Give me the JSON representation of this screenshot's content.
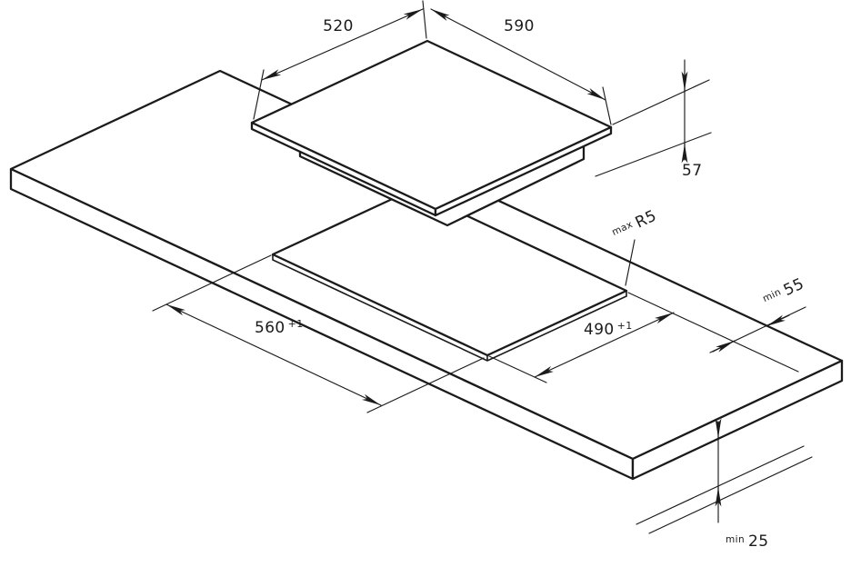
{
  "labels": {
    "cooktop_edge_left": "520",
    "cooktop_edge_right": "590",
    "cooktop_height": "57",
    "cutout_left": "560",
    "cutout_left_tol": "+1",
    "cutout_right": "490",
    "cutout_right_tol": "+1",
    "corner_radius_prefix": "max",
    "corner_radius": "R5",
    "edge_clearance_prefix": "min",
    "edge_clearance": "55",
    "under_clearance_prefix": "min",
    "under_clearance": "25"
  },
  "colors": {
    "ink": "#1b1b1b",
    "background": "#ffffff"
  }
}
